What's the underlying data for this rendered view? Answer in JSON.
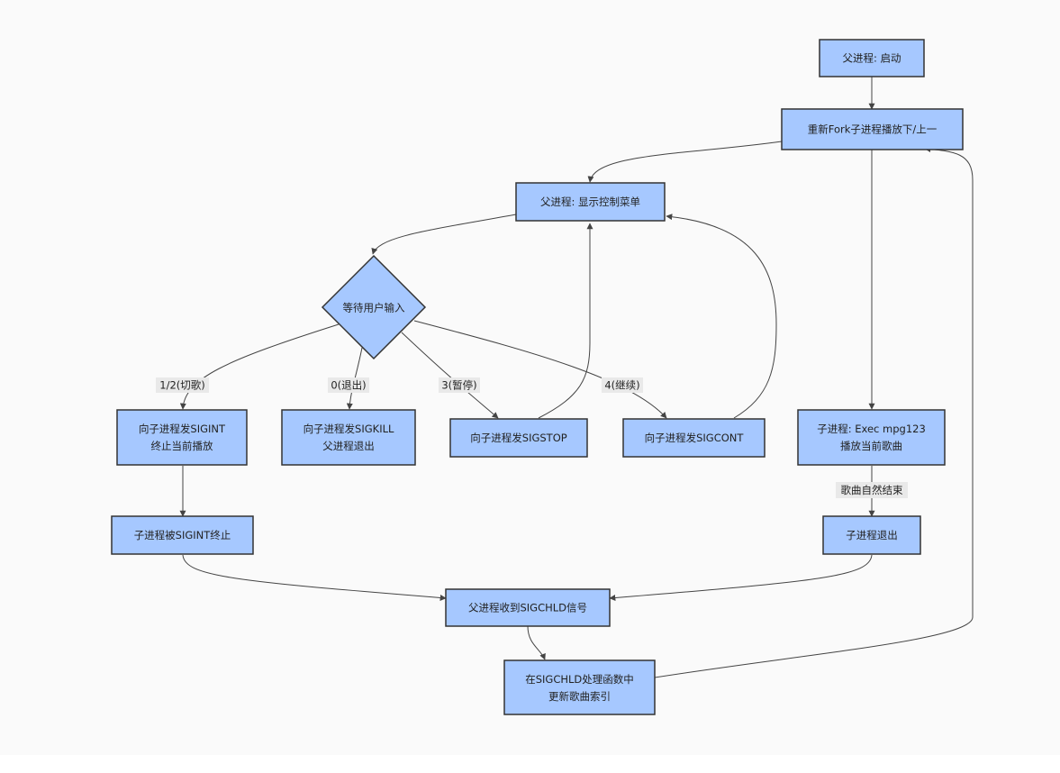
{
  "nodes": {
    "parent_start": [
      "父进程: 启动"
    ],
    "refork": [
      "重新Fork子进程播放下/上一"
    ],
    "show_menu": [
      "父进程: 显示控制菜单"
    ],
    "wait_input": [
      "等待用户输入"
    ],
    "send_sigint": [
      "向子进程发SIGINT",
      "终止当前播放"
    ],
    "send_sigkill": [
      "向子进程发SIGKILL",
      "父进程退出"
    ],
    "send_sigstop": [
      "向子进程发SIGSTOP"
    ],
    "send_sigcont": [
      "向子进程发SIGCONT"
    ],
    "child_exec": [
      "子进程: Exec mpg123",
      "播放当前歌曲"
    ],
    "child_killed": [
      "子进程被SIGINT终止"
    ],
    "child_exit": [
      "子进程退出"
    ],
    "recv_sigchld": [
      "父进程收到SIGCHLD信号"
    ],
    "update_index": [
      "在SIGCHLD处理函数中",
      "更新歌曲索引"
    ]
  },
  "edge_labels": {
    "switch_song": "1/2(切歌)",
    "quit": "0(退出)",
    "pause": "3(暂停)",
    "resume": "4(继续)",
    "song_ends": "歌曲自然结束"
  }
}
